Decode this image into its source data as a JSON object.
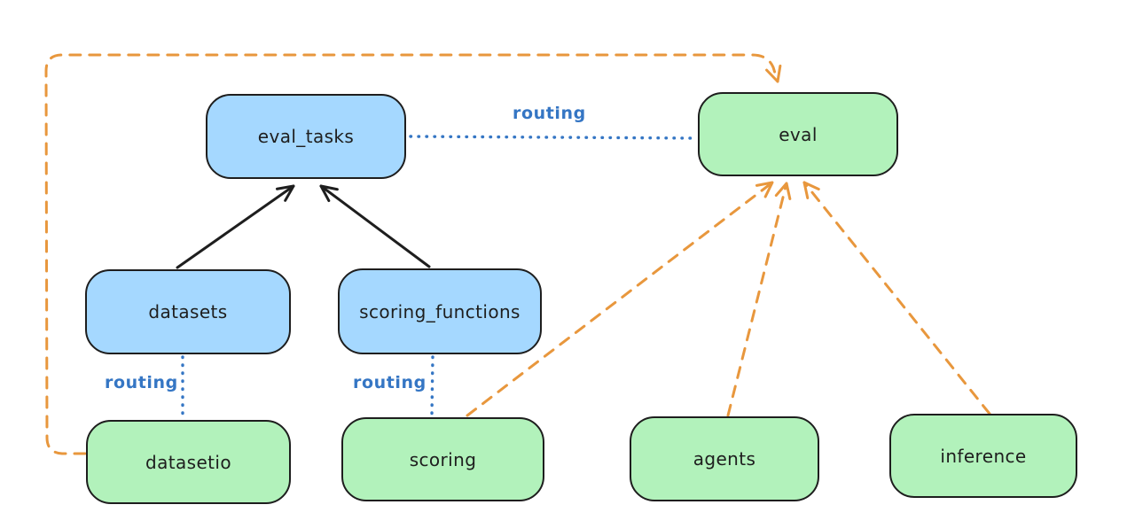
{
  "colors": {
    "canvas_bg": "#ffffff",
    "node_blue": "#a5d8ff",
    "node_green": "#b2f2bb",
    "stroke_dark": "#1e1e1e",
    "routing_blue": "#3576c4",
    "edge_orange": "#e8973d"
  },
  "diagram": {
    "nodes": [
      {
        "id": "eval_tasks",
        "label": "eval_tasks",
        "fill": "blue"
      },
      {
        "id": "eval",
        "label": "eval",
        "fill": "green"
      },
      {
        "id": "datasets",
        "label": "datasets",
        "fill": "blue"
      },
      {
        "id": "scoring_functions",
        "label": "scoring_functions",
        "fill": "blue"
      },
      {
        "id": "datasetio",
        "label": "datasetio",
        "fill": "green"
      },
      {
        "id": "scoring",
        "label": "scoring",
        "fill": "green"
      },
      {
        "id": "agents",
        "label": "agents",
        "fill": "green"
      },
      {
        "id": "inference",
        "label": "inference",
        "fill": "green"
      }
    ],
    "edges": [
      {
        "from": "datasets",
        "to": "eval_tasks",
        "style": "solid-black-arrow",
        "label": ""
      },
      {
        "from": "scoring_functions",
        "to": "eval_tasks",
        "style": "solid-black-arrow",
        "label": ""
      },
      {
        "from": "eval_tasks",
        "to": "eval",
        "style": "dotted-blue",
        "label": "routing"
      },
      {
        "from": "datasets",
        "to": "datasetio",
        "style": "dotted-blue",
        "label": "routing"
      },
      {
        "from": "scoring_functions",
        "to": "scoring",
        "style": "dotted-blue",
        "label": "routing"
      },
      {
        "from": "datasetio",
        "to": "eval",
        "style": "dashed-orange-arrow",
        "label": ""
      },
      {
        "from": "scoring",
        "to": "eval",
        "style": "dashed-orange-arrow",
        "label": ""
      },
      {
        "from": "agents",
        "to": "eval",
        "style": "dashed-orange-arrow",
        "label": ""
      },
      {
        "from": "inference",
        "to": "eval",
        "style": "dashed-orange-arrow",
        "label": ""
      }
    ]
  }
}
